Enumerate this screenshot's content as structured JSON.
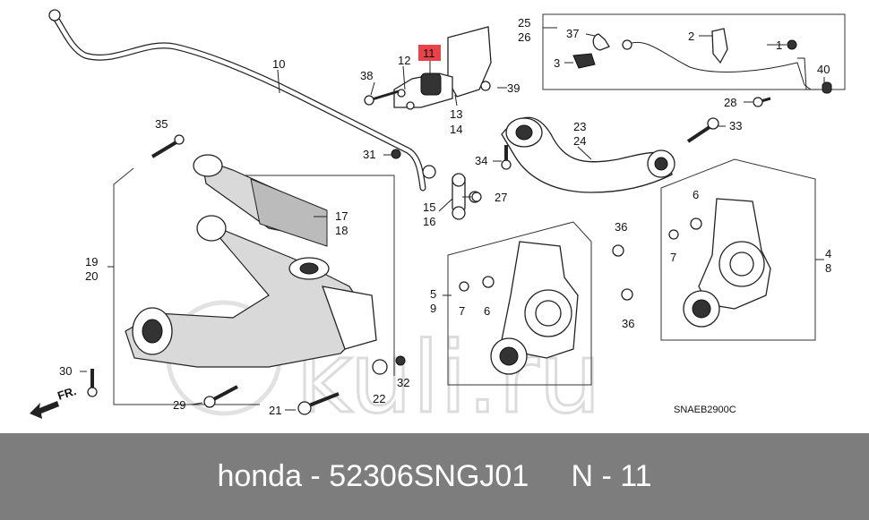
{
  "callouts": [
    "1",
    "2",
    "3",
    "4",
    "5",
    "6",
    "7",
    "8",
    "9",
    "10",
    "11",
    "12",
    "13",
    "14",
    "15",
    "16",
    "17",
    "18",
    "19",
    "20",
    "21",
    "22",
    "23",
    "24",
    "25",
    "26",
    "27",
    "28",
    "29",
    "30",
    "31",
    "32",
    "33",
    "34",
    "35",
    "36",
    "37",
    "38",
    "39",
    "40"
  ],
  "highlight": {
    "number": "11",
    "color": "#e8424a"
  },
  "diagram_code": "SNAEB2900C",
  "direction_label": "FR.",
  "watermark": "kuli.ru",
  "footer": {
    "text": "honda - 52306SNGJ01     N - 11",
    "background": "#7d7d7d",
    "color": "#ffffff"
  }
}
